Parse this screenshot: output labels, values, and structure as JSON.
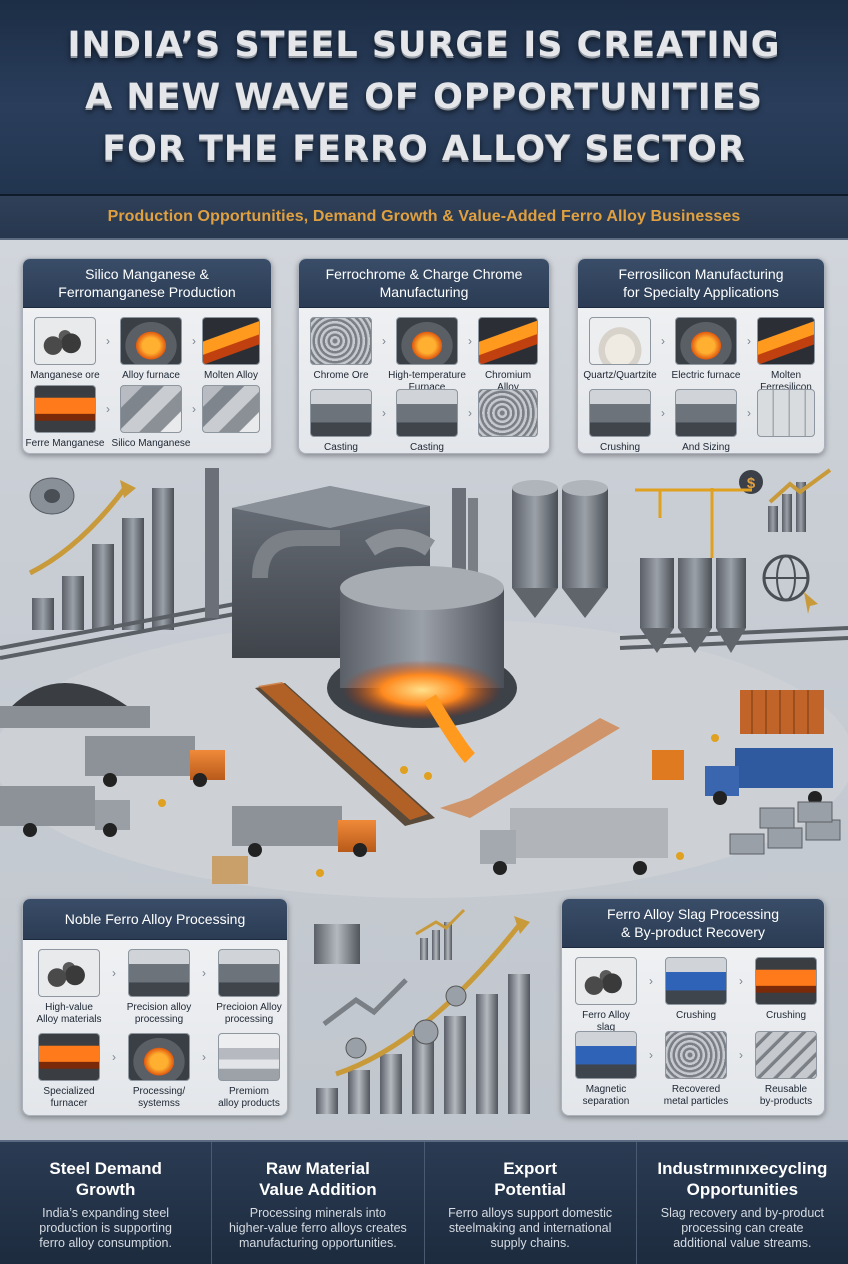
{
  "header": {
    "title": "INDIA’S STEEL SURGE IS CREATING\nA NEW WAVE OF OPPORTUNITIES\nFOR THE FERRO ALLOY SECTOR",
    "subtitle": "Production Opportunities, Demand Growth & Value-Added Ferro Alloy Businesses"
  },
  "panels": {
    "silico": {
      "title": "Silico Manganese &\nFerromanganese Production",
      "row1": [
        "Manganese ore",
        "Alloy furnace",
        "Molten Alloy"
      ],
      "row2": [
        "Ferre Manganese",
        "Silico Manganese",
        ""
      ]
    },
    "ferrochrome": {
      "title": "Ferrochrome & Charge Chrome\nManufacturing",
      "row1": [
        "Chrome Ore",
        "High-temperature\nFurnace",
        "Chromium\nAlloy"
      ],
      "row2": [
        "Casting",
        "Casting",
        ""
      ]
    },
    "ferrosilicon": {
      "title": "Ferrosilicon Manufacturing\nfor Specialty Applications",
      "row1": [
        "Quartz/Quartzite",
        "Electric furnace",
        "Molten\nFerresilicon"
      ],
      "row2": [
        "Crushing",
        "And Sizing",
        ""
      ]
    },
    "noble": {
      "title": "Noble Ferro Alloy Processing",
      "row1": [
        "High-value\nAlloy materials",
        "Precision alloy\nprocessing",
        "Precioion Alloy\nprocessing"
      ],
      "row2": [
        "Specialized\nfurnacer",
        "Processing/\nsystemss",
        "Premiom\nalloy products"
      ]
    },
    "slag": {
      "title": "Ferro Alloy Slag Processing\n& By-product Recovery",
      "row1": [
        "Ferro Alloy\nslag",
        "Crushing",
        "Crushing"
      ],
      "row2": [
        "Magnetic\nseparation",
        "Recovered\nmetal particles",
        "Reusable\nby-products"
      ]
    }
  },
  "icons": {
    "dollar": "$"
  },
  "footer": [
    {
      "title": "Steel Demand\nGrowth",
      "body": "India’s expanding steel\nproduction is supporting\nferro alloy consumption."
    },
    {
      "title": "Raw Material\nValue Addition",
      "body": "Processing minerals into\nhigher-value ferro alloys creates\nmanufacturing opportunities."
    },
    {
      "title": "Export\nPotential",
      "body": "Ferro alloys support domestic\nsteelmaking and international\nsupply chains."
    },
    {
      "title": "Industrmınıxecycling\nOpportunities",
      "body": "Slag recovery and by-product\nprocessing can create\nadditional value streams."
    }
  ],
  "colors": {
    "navy": "#2b3c54",
    "accent_orange": "#e0a040",
    "molten": "#ff8a1f"
  }
}
